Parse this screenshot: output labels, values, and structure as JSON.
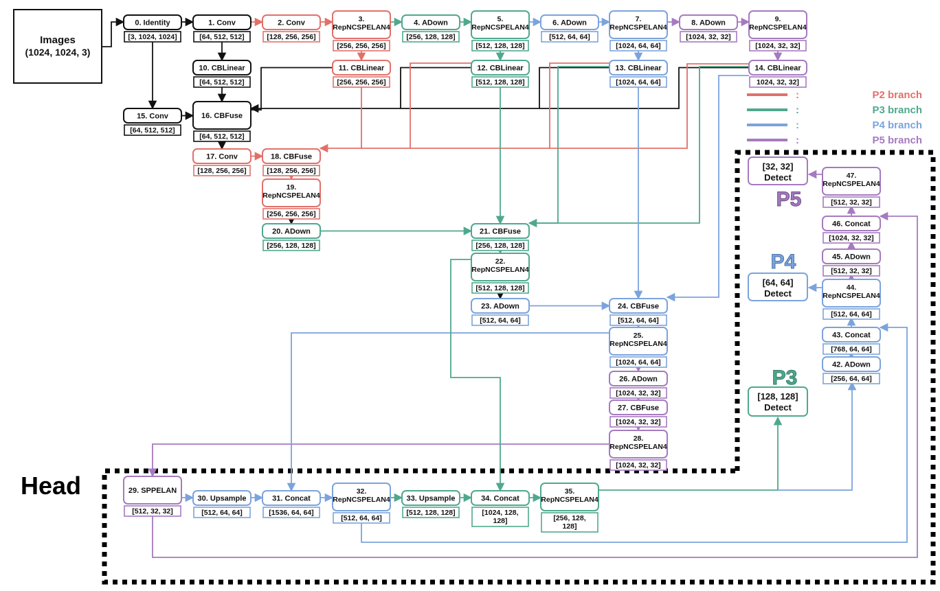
{
  "colors": {
    "black": "#111111",
    "p2": "#e2706a",
    "p3": "#4fa88e",
    "p4": "#7ba3dc",
    "p5": "#a57ac0"
  },
  "head_label": "Head",
  "images_label": [
    "Images",
    "(1024, 1024, 3)"
  ],
  "legend": [
    {
      "color": "p2",
      "sep": ":",
      "label": "P2 branch"
    },
    {
      "color": "p3",
      "sep": ":",
      "label": "P3 branch"
    },
    {
      "color": "p4",
      "sep": ":",
      "label": "P4 branch"
    },
    {
      "color": "p5",
      "sep": ":",
      "label": "P5 branch"
    }
  ],
  "detect_labels": [
    {
      "level": "P5",
      "color": "p5",
      "size": "[32, 32]",
      "name": "Detect"
    },
    {
      "level": "P4",
      "color": "p4",
      "size": "[64, 64]",
      "name": "Detect"
    },
    {
      "level": "P3",
      "color": "p3",
      "size": "[128, 128]",
      "name": "Detect"
    }
  ],
  "nodes": [
    {
      "id": "n0",
      "label": [
        "0. Identity"
      ],
      "shape": [
        "[3, 1024, 1024]"
      ],
      "color": "black"
    },
    {
      "id": "n1",
      "label": [
        "1. Conv"
      ],
      "shape": [
        "[64, 512, 512]"
      ],
      "color": "black"
    },
    {
      "id": "n2",
      "label": [
        "2. Conv"
      ],
      "shape": [
        "[128, 256, 256]"
      ],
      "color": "p2"
    },
    {
      "id": "n3",
      "label": [
        "3.",
        "RepNCSPELAN4"
      ],
      "shape": [
        "[256, 256, 256]"
      ],
      "color": "p2"
    },
    {
      "id": "n4",
      "label": [
        "4. ADown"
      ],
      "shape": [
        "[256, 128, 128]"
      ],
      "color": "p3"
    },
    {
      "id": "n5",
      "label": [
        "5.",
        "RepNCSPELAN4"
      ],
      "shape": [
        "[512, 128, 128]"
      ],
      "color": "p3"
    },
    {
      "id": "n6",
      "label": [
        "6. ADown"
      ],
      "shape": [
        "[512, 64, 64]"
      ],
      "color": "p4"
    },
    {
      "id": "n7",
      "label": [
        "7.",
        "RepNCSPELAN4"
      ],
      "shape": [
        "[1024, 64, 64]"
      ],
      "color": "p4"
    },
    {
      "id": "n8",
      "label": [
        "8. ADown"
      ],
      "shape": [
        "[1024, 32, 32]"
      ],
      "color": "p5"
    },
    {
      "id": "n9",
      "label": [
        "9.",
        "RepNCSPELAN4"
      ],
      "shape": [
        "[1024, 32, 32]"
      ],
      "color": "p5"
    },
    {
      "id": "n10",
      "label": [
        "10. CBLinear"
      ],
      "shape": [
        "[64, 512, 512]"
      ],
      "color": "black"
    },
    {
      "id": "n11",
      "label": [
        "11. CBLinear"
      ],
      "shape": [
        "[256, 256, 256]"
      ],
      "color": "p2"
    },
    {
      "id": "n12",
      "label": [
        "12. CBLinear"
      ],
      "shape": [
        "[512, 128, 128]"
      ],
      "color": "p3"
    },
    {
      "id": "n13",
      "label": [
        "13. CBLinear"
      ],
      "shape": [
        "[1024, 64, 64]"
      ],
      "color": "p4"
    },
    {
      "id": "n14",
      "label": [
        "14. CBLinear"
      ],
      "shape": [
        "1024, 32, 32]"
      ],
      "color": "p5"
    },
    {
      "id": "n15",
      "label": [
        "15. Conv"
      ],
      "shape": [
        "[64, 512, 512]"
      ],
      "color": "black"
    },
    {
      "id": "n16",
      "label": [
        "16. CBFuse"
      ],
      "shape": [
        "[64, 512, 512]"
      ],
      "color": "black"
    },
    {
      "id": "n17",
      "label": [
        "17. Conv"
      ],
      "shape": [
        "[128, 256, 256]"
      ],
      "color": "p2"
    },
    {
      "id": "n18",
      "label": [
        "18. CBFuse"
      ],
      "shape": [
        "[128, 256, 256]"
      ],
      "color": "p2"
    },
    {
      "id": "n19",
      "label": [
        "19.",
        "RepNCSPELAN4"
      ],
      "shape": [
        "[256, 256, 256]"
      ],
      "color": "p2"
    },
    {
      "id": "n20",
      "label": [
        "20. ADown"
      ],
      "shape": [
        "[256, 128, 128]"
      ],
      "color": "p3"
    },
    {
      "id": "n21",
      "label": [
        "21. CBFuse"
      ],
      "shape": [
        "[256, 128, 128]"
      ],
      "color": "p3"
    },
    {
      "id": "n22",
      "label": [
        "22.",
        "RepNCSPELAN4"
      ],
      "shape": [
        "[512, 128, 128]"
      ],
      "color": "p3"
    },
    {
      "id": "n23",
      "label": [
        "23. ADown"
      ],
      "shape": [
        "[512, 64, 64]"
      ],
      "color": "p4"
    },
    {
      "id": "n24",
      "label": [
        "24. CBFuse"
      ],
      "shape": [
        "[512, 64, 64]"
      ],
      "color": "p4"
    },
    {
      "id": "n25",
      "label": [
        "25.",
        "RepNCSPELAN4"
      ],
      "shape": [
        "[1024, 64, 64]"
      ],
      "color": "p4"
    },
    {
      "id": "n26",
      "label": [
        "26. ADown"
      ],
      "shape": [
        "[1024, 32, 32]"
      ],
      "color": "p5"
    },
    {
      "id": "n27",
      "label": [
        "27. CBFuse"
      ],
      "shape": [
        "[1024, 32, 32]"
      ],
      "color": "p5"
    },
    {
      "id": "n28",
      "label": [
        "28.",
        "RepNCSPELAN4"
      ],
      "shape": [
        "[1024, 32, 32]"
      ],
      "color": "p5"
    },
    {
      "id": "n29",
      "label": [
        "29. SPPELAN"
      ],
      "shape": [
        "[512, 32, 32]"
      ],
      "color": "p5"
    },
    {
      "id": "n30",
      "label": [
        "30. Upsample"
      ],
      "shape": [
        "[512, 64, 64]"
      ],
      "color": "p4"
    },
    {
      "id": "n31",
      "label": [
        "31. Concat"
      ],
      "shape": [
        "[1536, 64, 64]"
      ],
      "color": "p4"
    },
    {
      "id": "n32",
      "label": [
        "32.",
        "RepNCSPELAN4"
      ],
      "shape": [
        "[512, 64, 64]"
      ],
      "color": "p4"
    },
    {
      "id": "n33",
      "label": [
        "33. Upsample"
      ],
      "shape": [
        "[512, 128, 128]"
      ],
      "color": "p3"
    },
    {
      "id": "n34",
      "label": [
        "34. Concat"
      ],
      "shape": [
        "[1024, 128,",
        "128]"
      ],
      "color": "p3"
    },
    {
      "id": "n35",
      "label": [
        "35.",
        "RepNCSPELAN4"
      ],
      "shape": [
        "[256, 128,",
        "128]"
      ],
      "color": "p3"
    },
    {
      "id": "n42",
      "label": [
        "42. ADown"
      ],
      "shape": [
        "[256, 64, 64]"
      ],
      "color": "p4"
    },
    {
      "id": "n43",
      "label": [
        "43. Concat"
      ],
      "shape": [
        "[768, 64, 64]"
      ],
      "color": "p4"
    },
    {
      "id": "n44",
      "label": [
        "44.",
        "RepNCSPELAN4"
      ],
      "shape": [
        "[512, 64, 64]"
      ],
      "color": "p4"
    },
    {
      "id": "n45",
      "label": [
        "45. ADown"
      ],
      "shape": [
        "[512, 32, 32]"
      ],
      "color": "p5"
    },
    {
      "id": "n46",
      "label": [
        "46. Concat"
      ],
      "shape": [
        "[1024, 32, 32]"
      ],
      "color": "p5"
    },
    {
      "id": "n47",
      "label": [
        "47.",
        "RepNCSPELAN4"
      ],
      "shape": [
        "[512, 32, 32]"
      ],
      "color": "p5"
    }
  ]
}
